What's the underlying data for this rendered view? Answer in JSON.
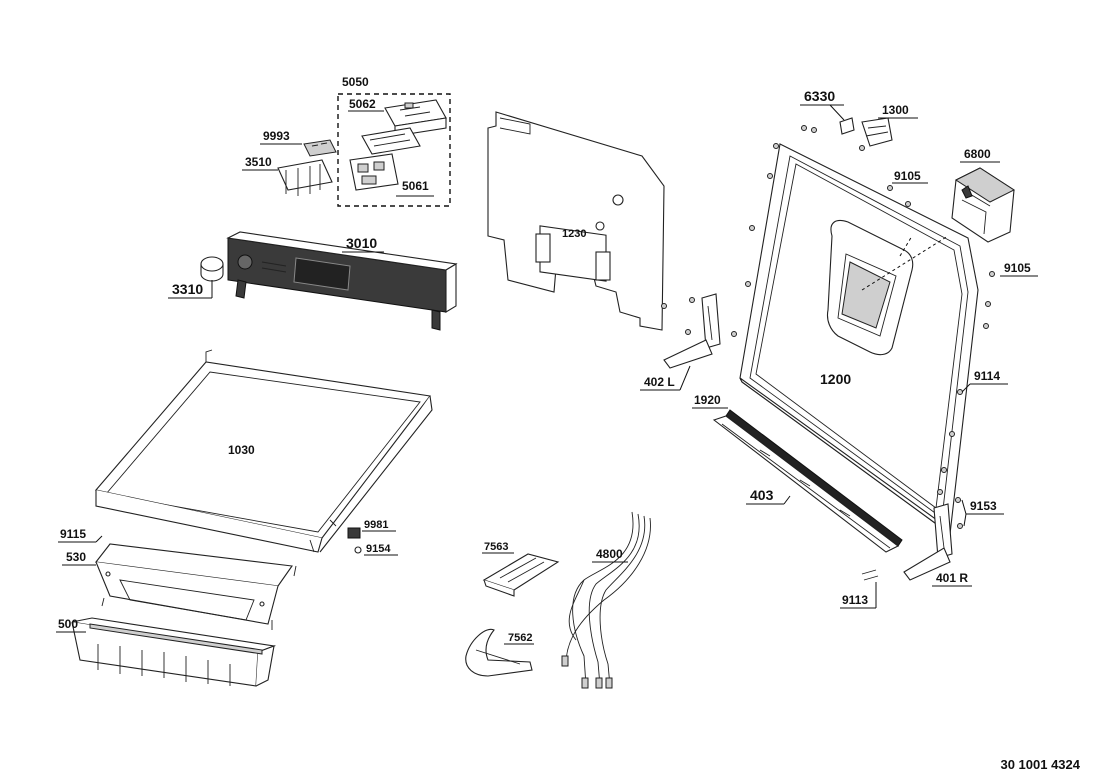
{
  "diagram": {
    "document_number": "30 1001 4324",
    "labels": {
      "p5050": "5050",
      "p5062": "5062",
      "p5061": "5061",
      "p9993": "9993",
      "p3510": "3510",
      "p3010": "3010",
      "p3310": "3310",
      "p1230": "1230",
      "p1030": "1030",
      "p9115": "9115",
      "p530": "530",
      "p500": "500",
      "p9981": "9981",
      "p9154": "9154",
      "p7563": "7563",
      "p7562": "7562",
      "p4800": "4800",
      "p6330": "6330",
      "p1300": "1300",
      "p6800": "6800",
      "p9105a": "9105",
      "p9105b": "9105",
      "p1200": "1200",
      "p9114": "9114",
      "p402L": "402 L",
      "p1920": "1920",
      "p403": "403",
      "p9153": "9153",
      "p401R": "401 R",
      "p9113": "9113"
    }
  }
}
